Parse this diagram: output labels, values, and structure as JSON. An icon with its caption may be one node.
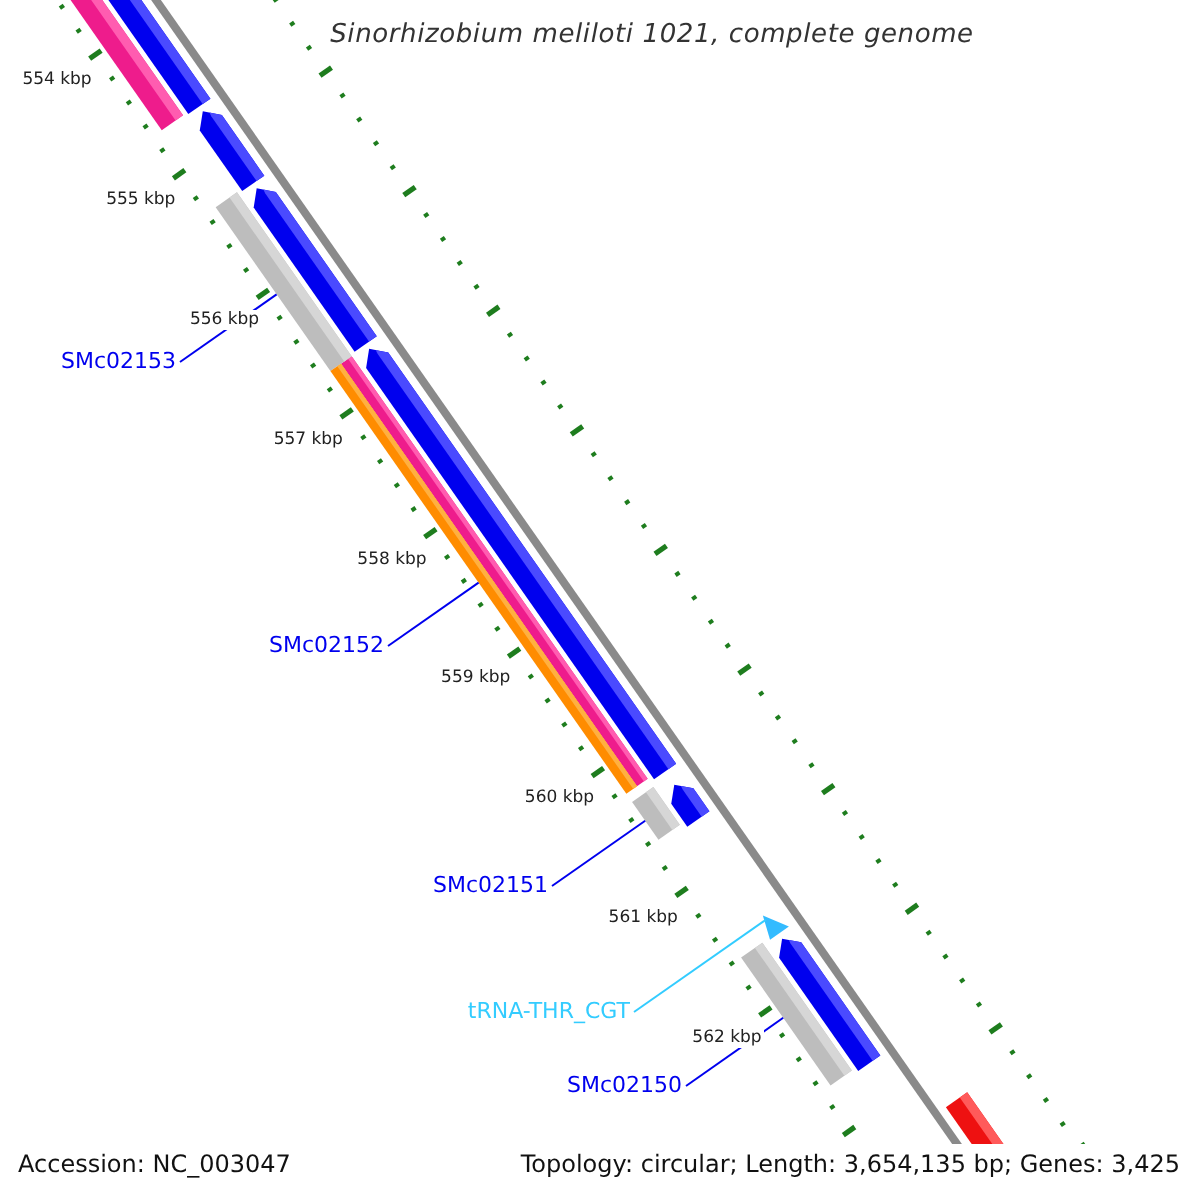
{
  "diagram": {
    "title": "Sinorhizobium meliloti 1021, complete genome",
    "nodes": [
      {
        "text": [
          "SMc02153"
        ]
      },
      {
        "text": [],
        "shape": "bar"
      },
      {
        "text": [
          "SMc02152"
        ]
      },
      {
        "text": [],
        "shape": "bar"
      },
      {
        "text": [
          "SMc02151"
        ]
      },
      {
        "text": [],
        "shape": "bar"
      },
      {
        "text": [
          "tRNA-THR_CGT"
        ]
      },
      {
        "text": [],
        "shape": "triangle"
      },
      {
        "text": [
          "SMc02150"
        ]
      },
      {
        "text": [],
        "shape": "bar"
      }
    ],
    "edges": [
      {
        "from": 0,
        "to": 1,
        "arrow": "none"
      },
      {
        "from": 2,
        "to": 3,
        "arrow": "none"
      },
      {
        "from": 4,
        "to": 5,
        "arrow": "none"
      },
      {
        "from": 6,
        "to": 7,
        "arrow": "none",
        "color": "#33ccff"
      },
      {
        "from": 8,
        "to": 9,
        "arrow": "none"
      }
    ],
    "labels": [
      "554 kbp",
      "555 kbp",
      "556 kbp",
      "557 kbp",
      "558 kbp",
      "559 kbp",
      "560 kbp",
      "561 kbp",
      "562 kbp",
      "Accession: NC_003047",
      "Topology: circular; Length: 3,654,135 bp; Genes: 3,425"
    ]
  }
}
